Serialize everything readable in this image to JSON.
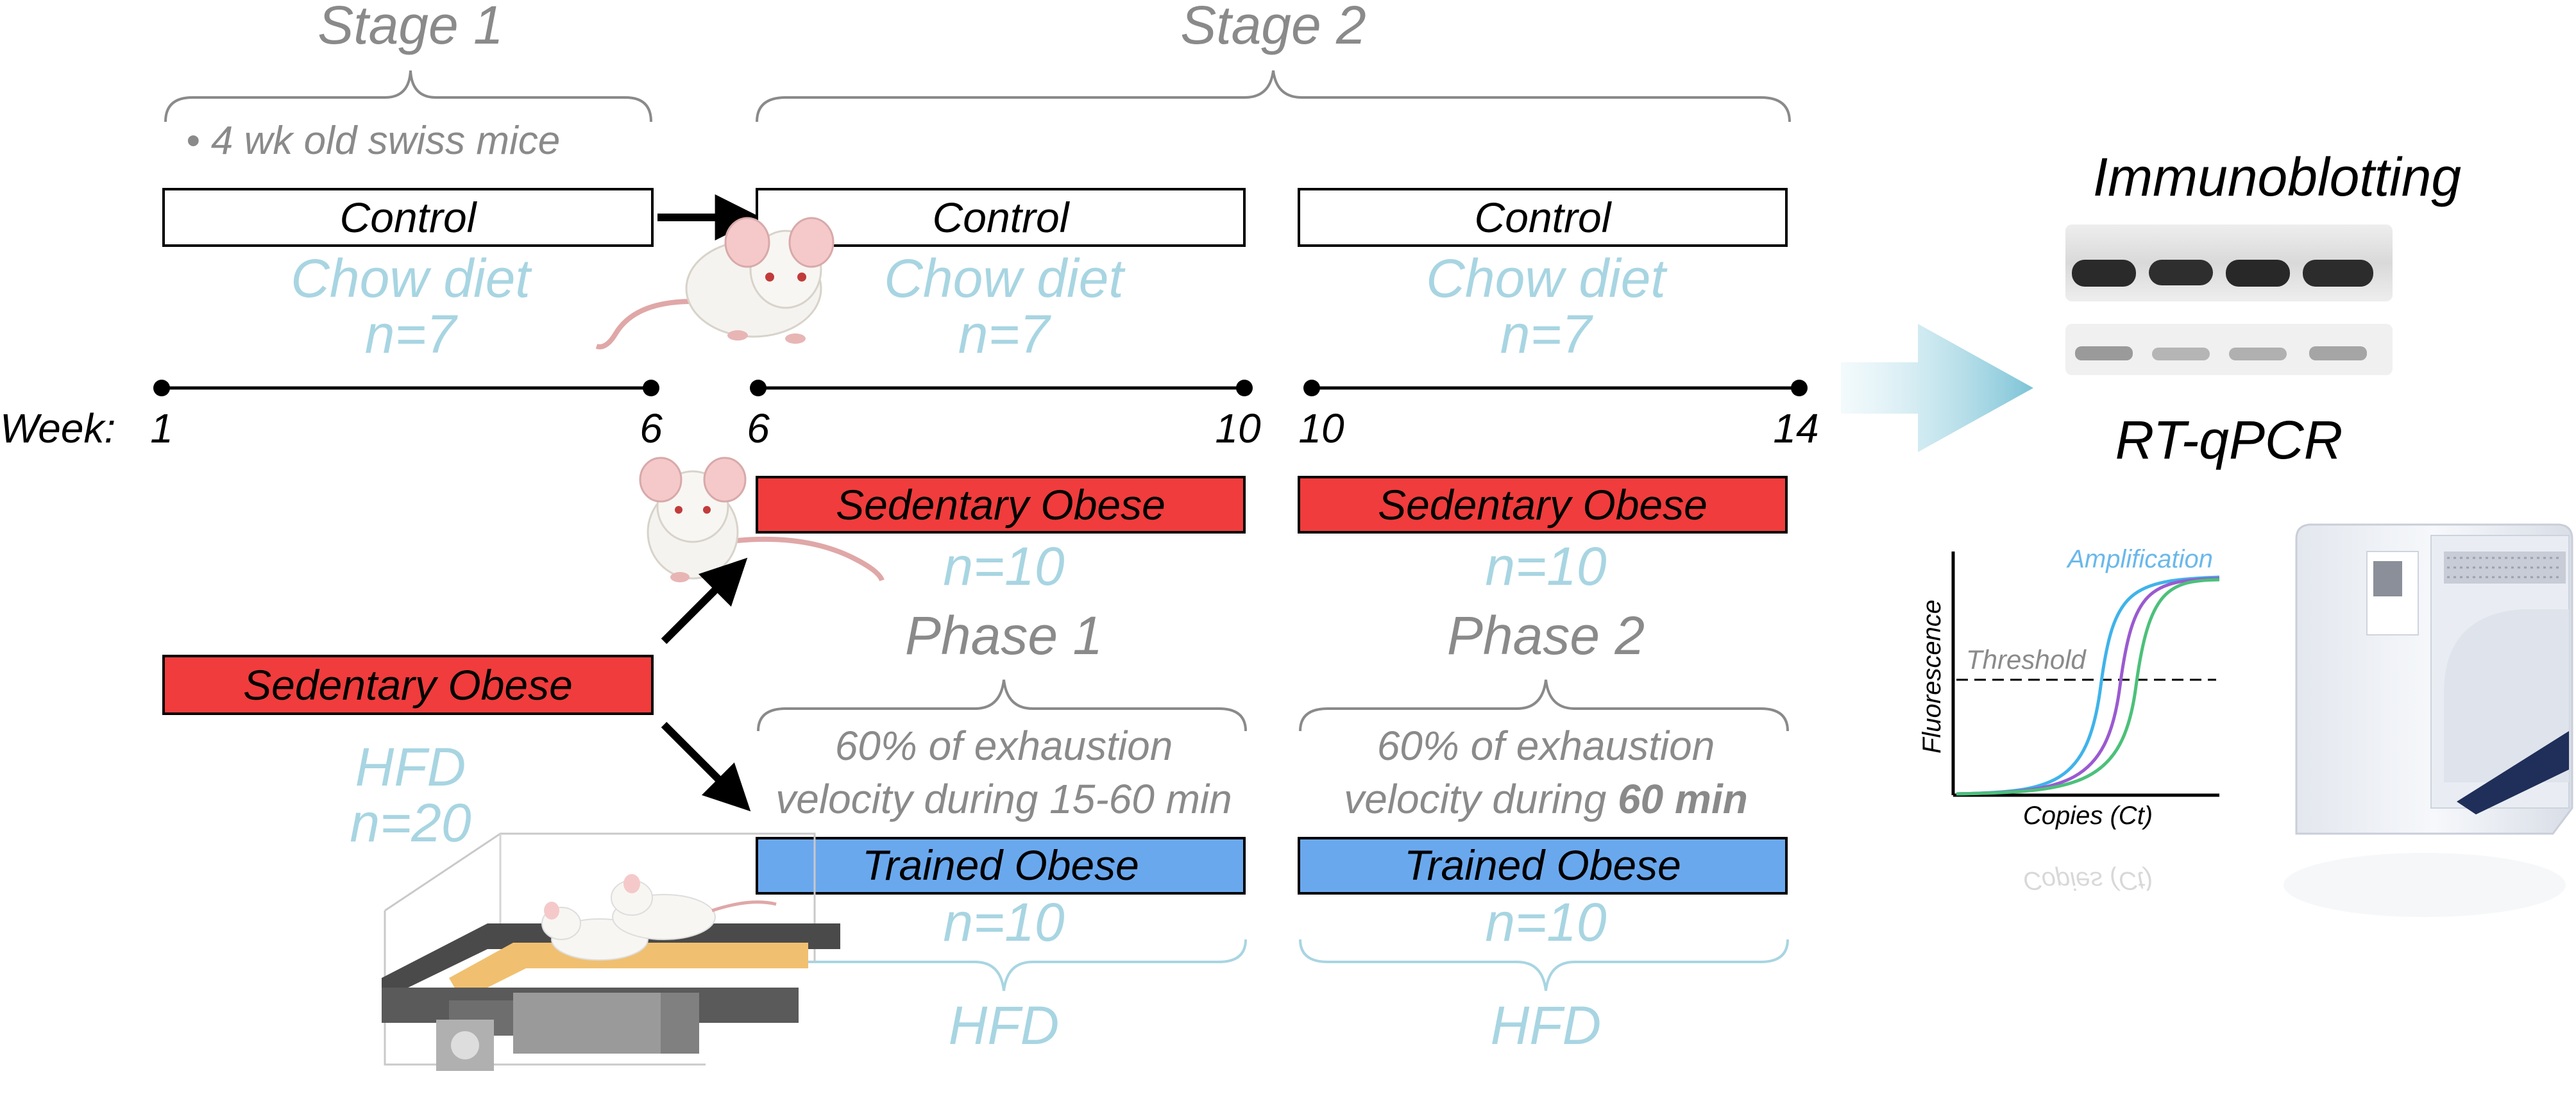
{
  "stages": {
    "stage1": "Stage 1",
    "stage2": "Stage 2",
    "stage1_note": "• 4 wk old swiss mice"
  },
  "groups": {
    "control": "Control",
    "chow": "Chow diet",
    "n7": "n=7",
    "sedentary": "Sedentary Obese",
    "trained": "Trained Obese",
    "n10": "n=10",
    "hfd": "HFD",
    "n20": "n=20"
  },
  "timeline": {
    "label": "Week:",
    "ticks": [
      "1",
      "6",
      "6",
      "10",
      "10",
      "14"
    ]
  },
  "phases": {
    "phase1": "Phase 1",
    "phase2": "Phase 2",
    "phase1_line1": "60% of exhaustion",
    "phase1_line2": "velocity during 15-60 min",
    "phase2_line1": "60% of exhaustion",
    "phase2_line2_a": "velocity during ",
    "phase2_line2_b": "60 min"
  },
  "analysis": {
    "immuno": "Immunoblotting",
    "rtqpcr": "RT-qPCR",
    "amplification": "Amplification",
    "threshold": "Threshold",
    "fluorescence": "Fluorescence",
    "copies": "Copies (Ct)"
  },
  "colors": {
    "red": "#f03c3c",
    "blue": "#6aa8ee",
    "lightblue": "#a8d5e2",
    "gray": "#8a8a8a"
  }
}
